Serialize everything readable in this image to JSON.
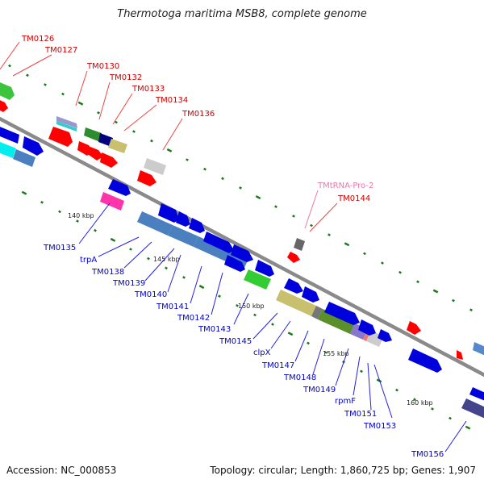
{
  "title": "Thermotoga maritima MSB8, complete genome",
  "footer": {
    "accession": "Accession: NC_000853",
    "topology": "Topology: circular; Length: 1,860,725 bp; Genes: 1,907"
  },
  "colors": {
    "backbone": "#8a8a8a",
    "forward_label": "#cc0000",
    "reverse_label": "#0000cc",
    "trna_label": "#ee77aa",
    "tick": "#1a7a1a",
    "ruler_text": "#222222"
  },
  "scale_labels": [
    {
      "text": "140 kbp"
    },
    {
      "text": "145 kbp"
    },
    {
      "text": "150 kbp"
    },
    {
      "text": "155 kbp"
    },
    {
      "text": "160 kbp"
    }
  ],
  "forward_labels": [
    {
      "text": "TM0126"
    },
    {
      "text": "TM0127"
    },
    {
      "text": "TM0130"
    },
    {
      "text": "TM0132"
    },
    {
      "text": "TM0133"
    },
    {
      "text": "TM0134"
    },
    {
      "text": "TM0136"
    },
    {
      "text": "TMtRNA-Pro-2"
    },
    {
      "text": "TM0144"
    }
  ],
  "reverse_labels": [
    {
      "text": "TM0135"
    },
    {
      "text": "trpA"
    },
    {
      "text": "TM0138"
    },
    {
      "text": "TM0139"
    },
    {
      "text": "TM0140"
    },
    {
      "text": "TM0141"
    },
    {
      "text": "TM0142"
    },
    {
      "text": "TM0143"
    },
    {
      "text": "TM0145"
    },
    {
      "text": "clpX"
    },
    {
      "text": "TM0147"
    },
    {
      "text": "TM0148"
    },
    {
      "text": "TM0149"
    },
    {
      "text": "rpmF"
    },
    {
      "text": "TM0151"
    },
    {
      "text": "TM0153"
    },
    {
      "text": "TM0156"
    }
  ]
}
